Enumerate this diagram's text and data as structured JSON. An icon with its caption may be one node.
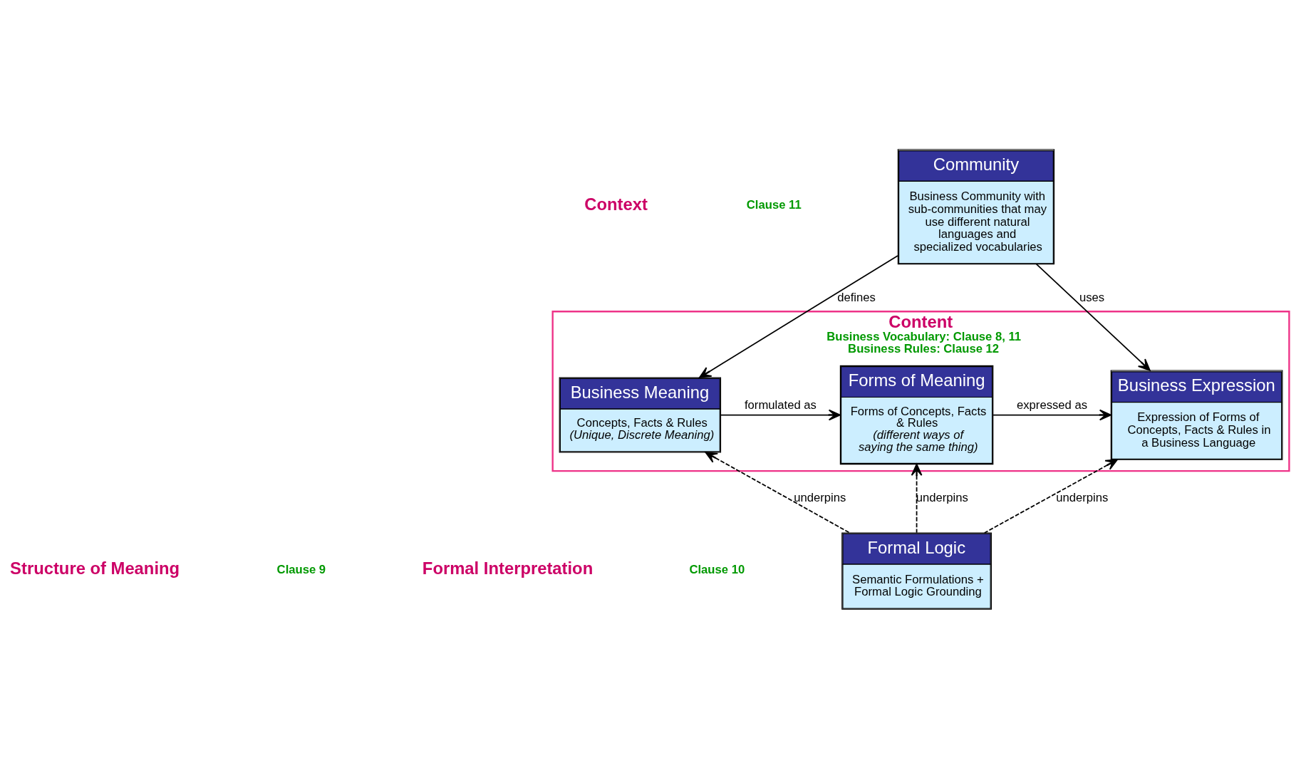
{
  "diagram": {
    "nodes": [
      {
        "text": [
          "Community",
          "Business Community with sub-communities that may use different natural languages and specialized vocabularies"
        ]
      },
      {
        "text": [
          "Content",
          "Business Vocabulary: Clause 8, 11",
          "Business Rules: Clause 12"
        ]
      },
      {
        "text": [
          "Business Meaning",
          "Concepts, Facts & Rules",
          "(Unique, Discrete Meaning)"
        ],
        "in": 1
      },
      {
        "text": [
          "Forms of Meaning",
          "Forms of Concepts, Facts & Rules",
          "(different ways of saying the same thing)"
        ],
        "in": 1
      },
      {
        "text": [
          "Business Expression",
          "Expression of Forms of Concepts, Facts & Rules in a Business Language"
        ],
        "in": 1
      },
      {
        "text": [
          "Formal Logic",
          "Semantic Formulations + Formal Logic Grounding"
        ]
      }
    ],
    "edges": [
      {
        "from": 0,
        "to": 2,
        "arrow": "to",
        "label": "defines"
      },
      {
        "from": 0,
        "to": 4,
        "arrow": "to",
        "label": "uses"
      },
      {
        "from": 2,
        "to": 3,
        "arrow": "to",
        "label": "formulated as"
      },
      {
        "from": 3,
        "to": 4,
        "arrow": "to",
        "label": "expressed as"
      },
      {
        "from": 5,
        "to": 2,
        "arrow": "to",
        "label": "underpins",
        "style": "dashed"
      },
      {
        "from": 5,
        "to": 3,
        "arrow": "to",
        "label": "underpins",
        "style": "dashed"
      },
      {
        "from": 5,
        "to": 4,
        "arrow": "to",
        "label": "underpins",
        "style": "dashed"
      }
    ],
    "labels": [
      "Context",
      "Clause 11",
      "Structure of Meaning",
      "Clause 9",
      "Formal Interpretation",
      "Clause 10"
    ]
  }
}
